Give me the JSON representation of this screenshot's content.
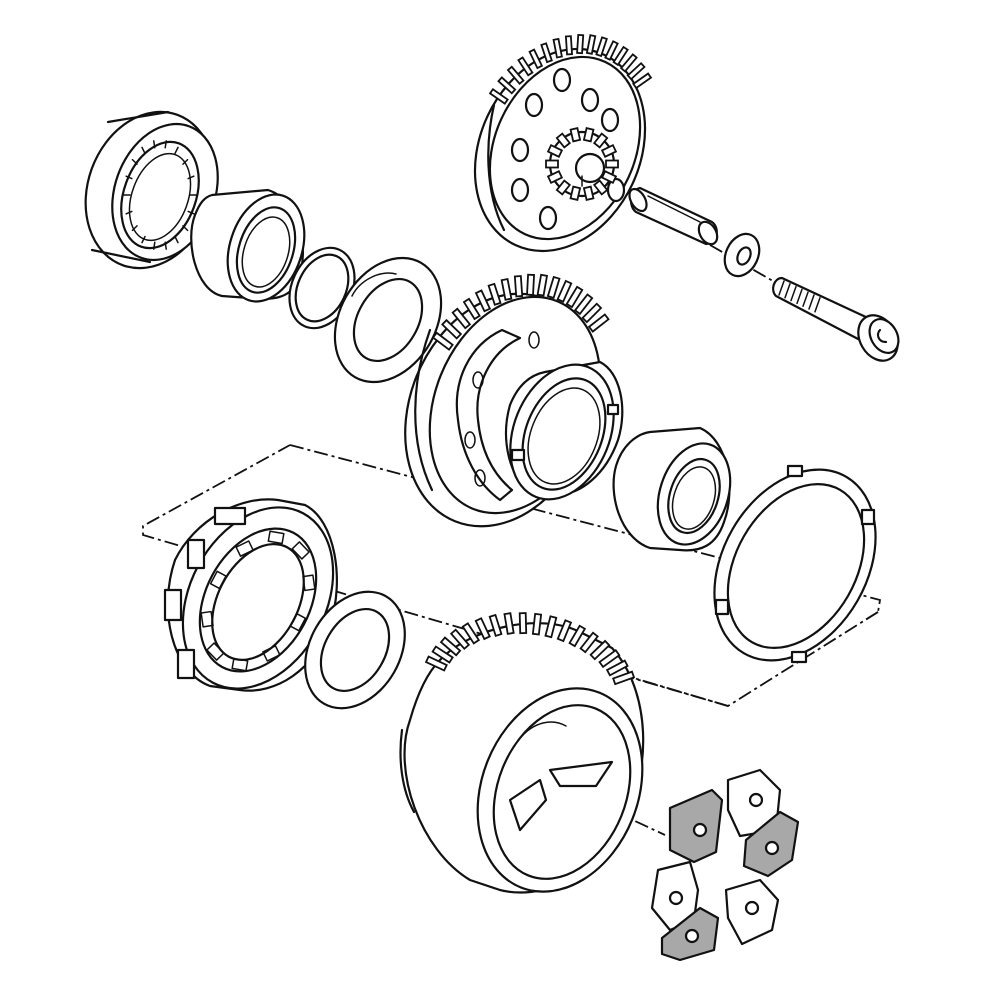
{
  "diagram": {
    "kind": "exploded-view",
    "colors": {
      "line": "#111111",
      "background": "#ffffff",
      "damper_pad_fill": "#a8a8a8"
    },
    "parts": [
      {
        "name": "outer-bearing"
      },
      {
        "name": "inner-sleeve"
      },
      {
        "name": "snap-ring"
      },
      {
        "name": "thrust-washer-upper"
      },
      {
        "name": "gear-plate"
      },
      {
        "name": "pin"
      },
      {
        "name": "washer"
      },
      {
        "name": "bolt"
      },
      {
        "name": "primary-driven-gear"
      },
      {
        "name": "needle-sleeve"
      },
      {
        "name": "friction-plate"
      },
      {
        "name": "one-way-clutch"
      },
      {
        "name": "thrust-washer-lower"
      },
      {
        "name": "clutch-housing-gear"
      },
      {
        "name": "damper-rubbers"
      }
    ]
  }
}
